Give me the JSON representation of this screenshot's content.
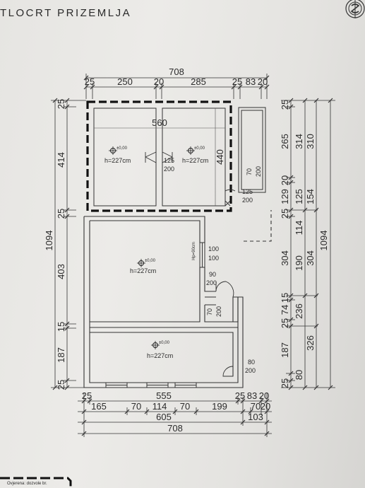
{
  "title": "TLOCRT PRIZEMLJA",
  "top_dims": {
    "total": "708",
    "segments": [
      "25",
      "250",
      "20",
      "285",
      "25",
      "83",
      "20"
    ]
  },
  "bottom_dims": {
    "row1": [
      "25",
      "555",
      "25",
      "83",
      "20"
    ],
    "row2": [
      "165",
      "70",
      "114",
      "70",
      "199",
      "70",
      "20"
    ],
    "row3": [
      "605",
      "103"
    ],
    "total": "708"
  },
  "left_dims": {
    "total": "1094",
    "segments": [
      "25",
      "414",
      "25",
      "403",
      "15",
      "187",
      "25"
    ]
  },
  "right_dims": {
    "col1": [
      "25",
      "265",
      "20",
      "129",
      "25",
      "304",
      "15",
      "74",
      "25",
      "187",
      "25",
      "80"
    ],
    "col2": [
      "314",
      "125",
      "114",
      "190",
      "236"
    ],
    "col3": [
      "310",
      "154",
      "304",
      "326"
    ],
    "col4": "1094"
  },
  "plan": {
    "width_560": "560",
    "height_440": "440",
    "room_heights": [
      "h=227cm",
      "h=227cm",
      "h=227cm",
      "h=227cm"
    ],
    "level_marks": [
      "±0,00",
      "±0,00",
      "±0,00",
      "±0,00"
    ],
    "doors": [
      {
        "w": "125",
        "h": "200"
      },
      {
        "w": "70",
        "h": "200"
      },
      {
        "w": "125",
        "h": "200"
      },
      {
        "w": "90",
        "h": "200"
      },
      {
        "w": "70",
        "h": "200"
      },
      {
        "w": "80",
        "h": "200"
      }
    ],
    "window": {
      "w": "100",
      "h": "100",
      "sill": "Hp=90cm"
    }
  },
  "bottom_note": "Ovjerena: dozvole br."
}
